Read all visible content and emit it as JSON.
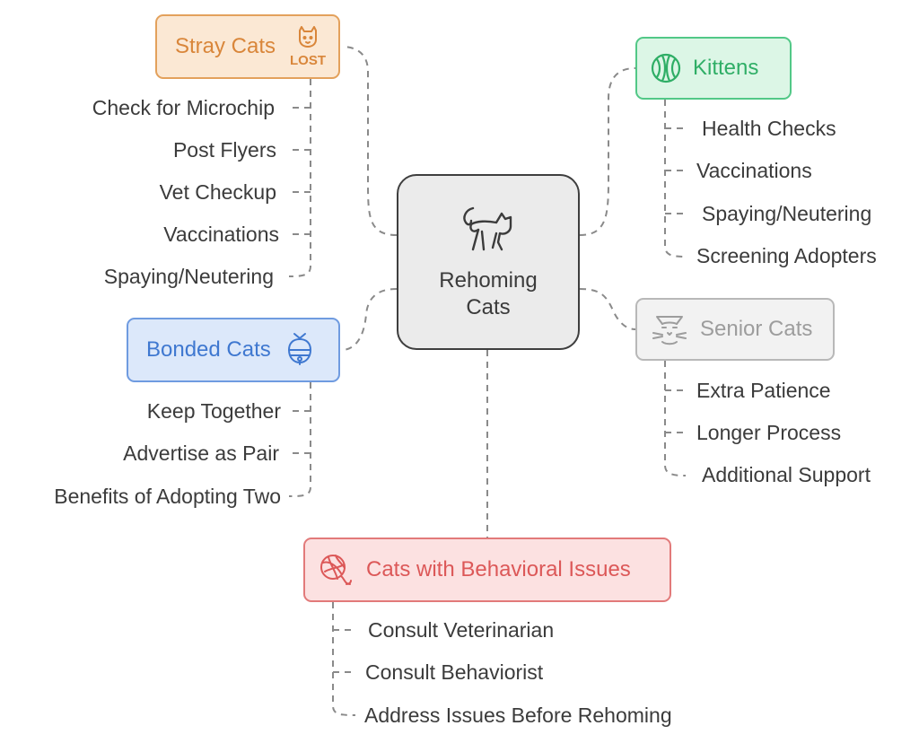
{
  "center": {
    "line1": "Rehoming",
    "line2": "Cats"
  },
  "branches": {
    "stray": {
      "title": "Stray Cats",
      "icon": "lost-cat-icon",
      "color": "#d9863a",
      "items": [
        "Check for Microchip",
        "Post Flyers",
        "Vet Checkup",
        "Vaccinations",
        "Spaying/Neutering"
      ]
    },
    "kittens": {
      "title": "Kittens",
      "icon": "yarn-ball-icon",
      "color": "#2fae66",
      "items": [
        "Health Checks",
        "Vaccinations",
        "Spaying/Neutering",
        "Screening Adopters"
      ]
    },
    "senior": {
      "title": "Senior Cats",
      "icon": "cat-face-icon",
      "color": "#9d9d9d",
      "items": [
        "Extra Patience",
        "Longer Process",
        "Additional Support"
      ]
    },
    "bonded": {
      "title": "Bonded Cats",
      "icon": "bell-icon",
      "color": "#3f78d0",
      "items": [
        "Keep Together",
        "Advertise as Pair",
        "Benefits of Adopting Two"
      ]
    },
    "behavior": {
      "title": "Cats with Behavioral Issues",
      "icon": "yarn-with-thread-icon",
      "color": "#dc5858",
      "items": [
        "Consult Veterinarian",
        "Consult Behaviorist",
        "Address Issues Before Rehoming"
      ]
    }
  }
}
